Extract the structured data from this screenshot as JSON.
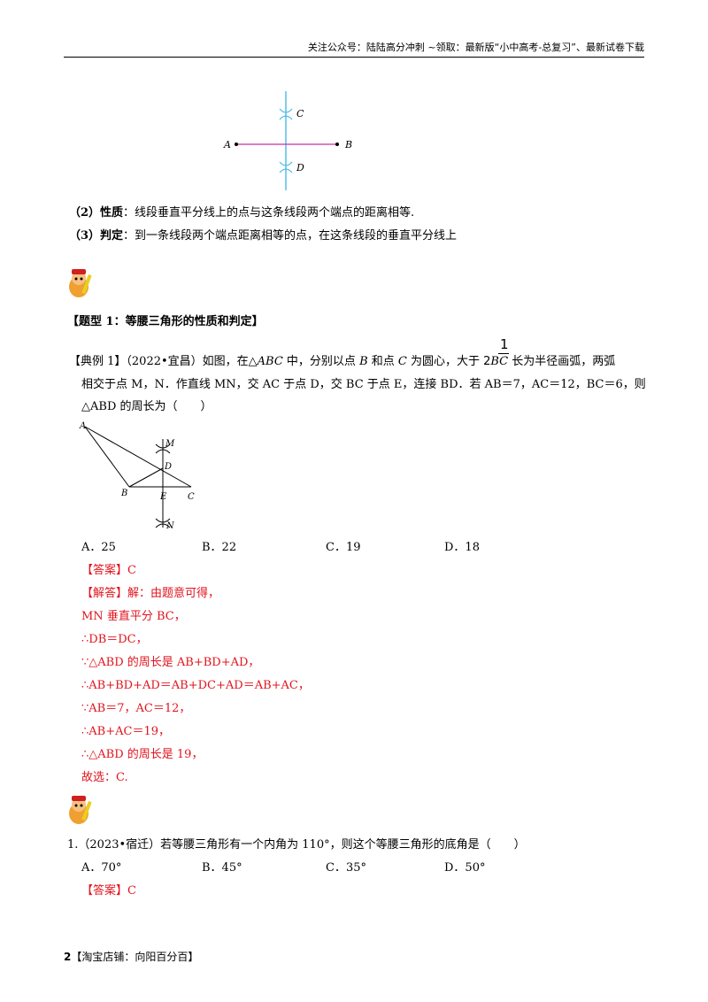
{
  "header": {
    "text": "关注公众号：陆陆高分冲刺 ~领取：最新版“小中高考-总复习”、最新试卷下载"
  },
  "fig1": {
    "labels": [
      "A",
      "B",
      "C",
      "D"
    ]
  },
  "props": {
    "p2_label": "（2）性质",
    "p2_text": "：线段垂直平分线上的点与这条线段两个端点的距离相等.",
    "p3_label": "（3）判定",
    "p3_text": "：到一条线段两个端点距离相等的点，在这条线段的垂直平分线上"
  },
  "section": {
    "title": "【题型 1：等腰三角形的性质和判定】"
  },
  "example1": {
    "tag": "【典例 1】",
    "line1_a": "（2022•宜昌）如图，在△",
    "line1_abc": "ABC",
    "line1_b": " 中，分别以点 ",
    "line1_B": "B",
    "line1_c": " 和点 ",
    "line1_C": "C",
    "line1_d": " 为圆心，大于 ",
    "frac_num": "1",
    "frac_den": "2",
    "line1_BC": "BC",
    "line1_e": " 长为半径画弧，两弧",
    "line2": "相交于点 M，N．作直线 MN，交 AC 于点 D，交 BC 于点 E，连接 BD．若 AB＝7，AC＝12，BC＝6，则",
    "line3": "△ABD 的周长为（　　）",
    "fig_labels": [
      "A",
      "M",
      "D",
      "B",
      "E",
      "C",
      "N"
    ],
    "options": [
      "A．25",
      "B．22",
      "C．19",
      "D．18"
    ],
    "answer": "【答案】C",
    "solution": [
      "【解答】解：由题意可得，",
      "MN 垂直平分 BC，",
      "∴DB＝DC，",
      "∵△ABD 的周长是 AB+BD+AD，",
      "∴AB+BD+AD＝AB+DC+AD＝AB+AC，",
      "∵AB＝7，AC＝12，",
      "∴AB+AC＝19，",
      "∴△ABD 的周长是 19，",
      "故选：C."
    ]
  },
  "q1": {
    "text": "1.（2023•宿迁）若等腰三角形有一个内角为 110°，则这个等腰三角形的底角是（　　）",
    "options": [
      "A．70°",
      "B．45°",
      "C．35°",
      "D．50°"
    ],
    "answer": "【答案】C"
  },
  "footer": {
    "page": "2",
    "text": "【淘宝店铺：向阳百分百】"
  },
  "colors": {
    "answer_red": "#e0141e",
    "perp_line": "#3cb4e6",
    "segment": "#cc2fa8"
  }
}
